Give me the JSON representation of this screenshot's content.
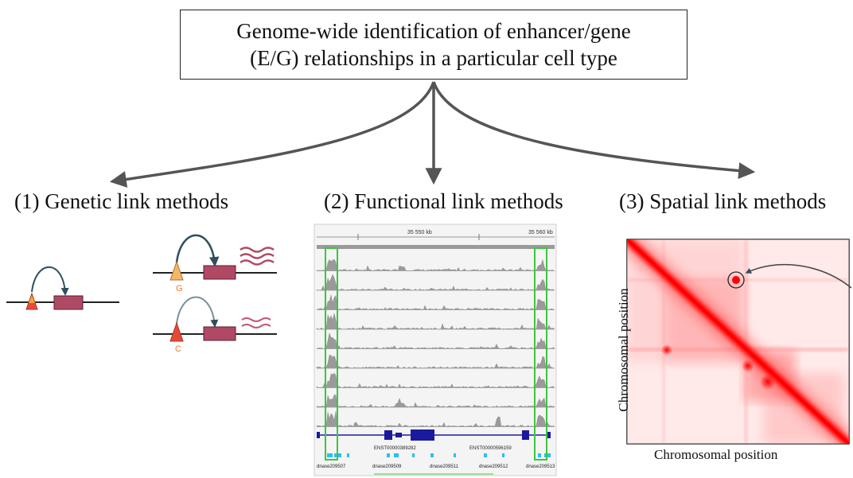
{
  "title": {
    "line1": "Genome-wide identification of enhancer/gene",
    "line2": "(E/G) relationships in a particular cell type"
  },
  "methods": [
    {
      "label": "(1) Genetic link methods"
    },
    {
      "label": "(2) Functional link methods"
    },
    {
      "label": "(3) Spatial link methods"
    }
  ],
  "genetic_panel": {
    "alleles": [
      "G",
      "C"
    ]
  },
  "functional_panel": {
    "ruler_labels": [
      "35 550 kb",
      "35 560 kb"
    ],
    "transcripts": [
      "ENST00000389282",
      "ENST00000596159"
    ],
    "dnase_sites": [
      "dnase209507",
      "dnase209509",
      "dnase209511",
      "dnase209512",
      "dnase209513"
    ]
  },
  "spatial_panel": {
    "xlabel": "Chromosomal position",
    "ylabel": "Chromosomal position"
  },
  "colors": {
    "arrow": "#555555",
    "enhancer_orange": "#f08a3a",
    "enhancer_red": "#e8483a",
    "gene_box": "#b04a64",
    "highlight_green": "#3ec53e",
    "gene_track_blue": "#1a1aa0",
    "dnase_cyan": "#27c2f0",
    "hic_red": "#ff0000"
  }
}
